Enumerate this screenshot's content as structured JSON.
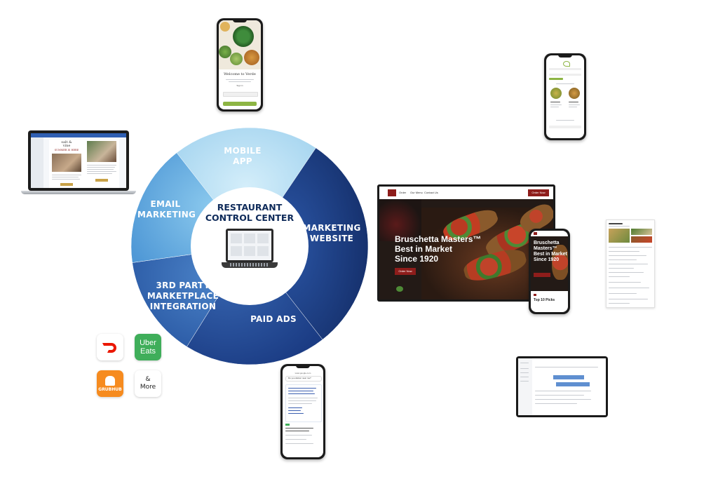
{
  "diagram": {
    "center": {
      "title_line1": "RESTAURANT",
      "title_line2": "CONTROL CENTER"
    },
    "segments": [
      {
        "label": "MOBILE\nAPP",
        "color": "#bfe3f5"
      },
      {
        "label": "MARKETING\nWEBSITE",
        "color": "#1f3f86"
      },
      {
        "label": "PAID ADS",
        "color": "#2a4f98"
      },
      {
        "label": "3RD PARTY\nMARKETPLACE\nINTEGRATION",
        "color": "#3b6fb8"
      },
      {
        "label": "EMAIL\nMARKETING",
        "color": "#6fb3e2"
      }
    ]
  },
  "mobile_app": {
    "welcome": "Welcome to Verde",
    "sign_in": "Sign in",
    "accent": "#8db544"
  },
  "email": {
    "logo_line1": "salt &",
    "logo_line2": "vine",
    "headline": "SUMMER IS HERE"
  },
  "website": {
    "nav": [
      "Order",
      "Our Menu",
      "Contact Us"
    ],
    "order_button": "Order Now",
    "hero_line1": "Bruschetta Masters™",
    "hero_line2": "Best in Market",
    "hero_line3": "Since 1920",
    "hero_button": "Order Now",
    "mobile_hero_line1": "Bruschetta",
    "mobile_hero_line2": "Masters™",
    "mobile_hero_line3": "Best in Market",
    "mobile_hero_line4": "Since 1920",
    "mobile_section": "Top 10 Picks",
    "accent": "#8e1d1b"
  },
  "search_phone": {
    "url": "www.google.com",
    "query": "Do you deliver near me?"
  },
  "marketplaces": {
    "ubereats_line1": "Uber",
    "ubereats_line2": "Eats",
    "grubhub": "GRUBHUB",
    "more_line1": "&",
    "more_line2": "More"
  }
}
